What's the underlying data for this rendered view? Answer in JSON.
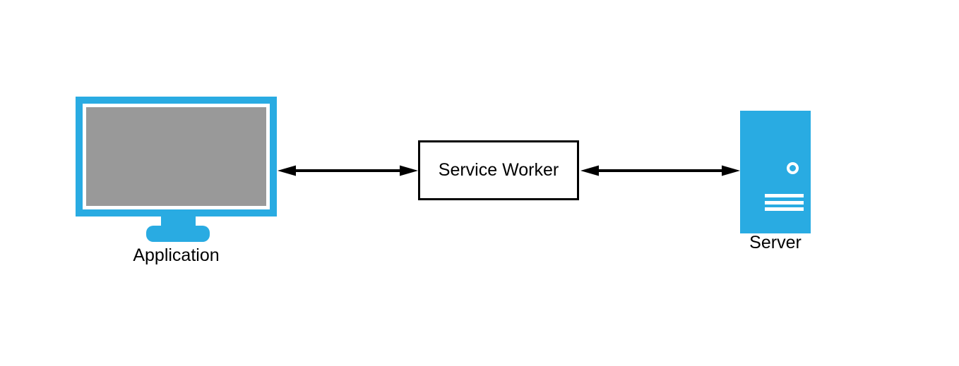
{
  "diagram": {
    "nodes": {
      "application": {
        "label": "Application",
        "icon": "monitor-icon"
      },
      "service_worker": {
        "label": "Service Worker",
        "icon": "none"
      },
      "server": {
        "label": "Server",
        "icon": "server-icon"
      }
    },
    "connections": [
      {
        "from": "application",
        "to": "service_worker",
        "style": "double-headed-arrow",
        "color": "#000000"
      },
      {
        "from": "service_worker",
        "to": "server",
        "style": "double-headed-arrow",
        "color": "#000000"
      }
    ]
  },
  "colors": {
    "accent_blue": "#29ABE2",
    "screen_gray": "#999999",
    "arrow_black": "#000000",
    "background": "#ffffff"
  }
}
